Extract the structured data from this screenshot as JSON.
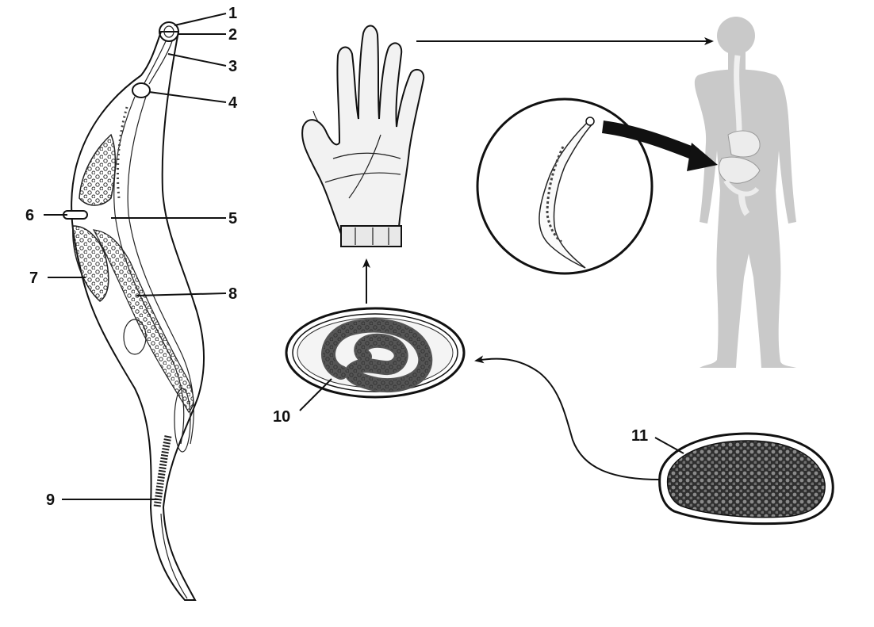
{
  "labels": {
    "l1": "1",
    "l2": "2",
    "l3": "3",
    "l4": "4",
    "l5": "5",
    "l6": "6",
    "l7": "7",
    "l8": "8",
    "l9": "9",
    "l10": "10",
    "l11": "11"
  },
  "colors": {
    "ink": "#111111",
    "human_silhouette": "#c9c9c9",
    "organs": "#e6e6e6",
    "egg_dark": "#3a3a3a",
    "background": "#ffffff"
  }
}
